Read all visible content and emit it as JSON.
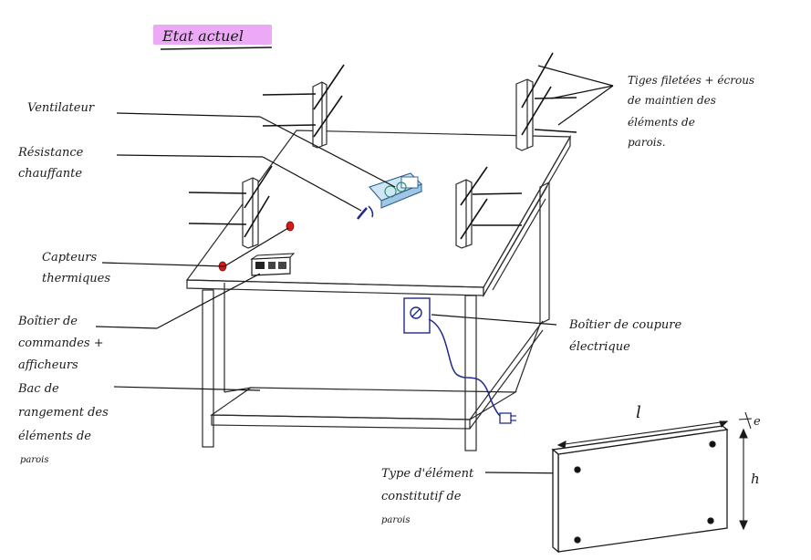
{
  "title": "Etat actuel",
  "colors": {
    "ink": "#1a1a1a",
    "highlight": "#e79af5",
    "blue": "#1f2a8a",
    "red": "#d21a1a",
    "accent": "#2f8f6f"
  },
  "labels": {
    "ventilateur": "Ventilateur",
    "resistance_l1": "Résistance",
    "resistance_l2": "chauffante",
    "capteurs_l1": "Capteurs",
    "capteurs_l2": "thermiques",
    "boitier_cmd_l1": "Boîtier de",
    "boitier_cmd_l2": "commandes +",
    "boitier_cmd_l3": "afficheurs",
    "bac_l1": "Bac de",
    "bac_l2": "rangement des",
    "bac_l3": "éléments de",
    "bac_l4": "parois",
    "tiges_l1": "Tiges filetées + écrous",
    "tiges_l2": "de maintien des",
    "tiges_l3": "éléments de",
    "tiges_l4": "parois.",
    "boitier_coupure_l1": "Boîtier de coupure",
    "boitier_coupure_l2": "électrique",
    "type_elem_l1": "Type d'élément",
    "type_elem_l2": "constitutif de",
    "type_elem_l3": "parois"
  },
  "dimensions": {
    "length": "l",
    "thickness": "e",
    "height": "h"
  }
}
